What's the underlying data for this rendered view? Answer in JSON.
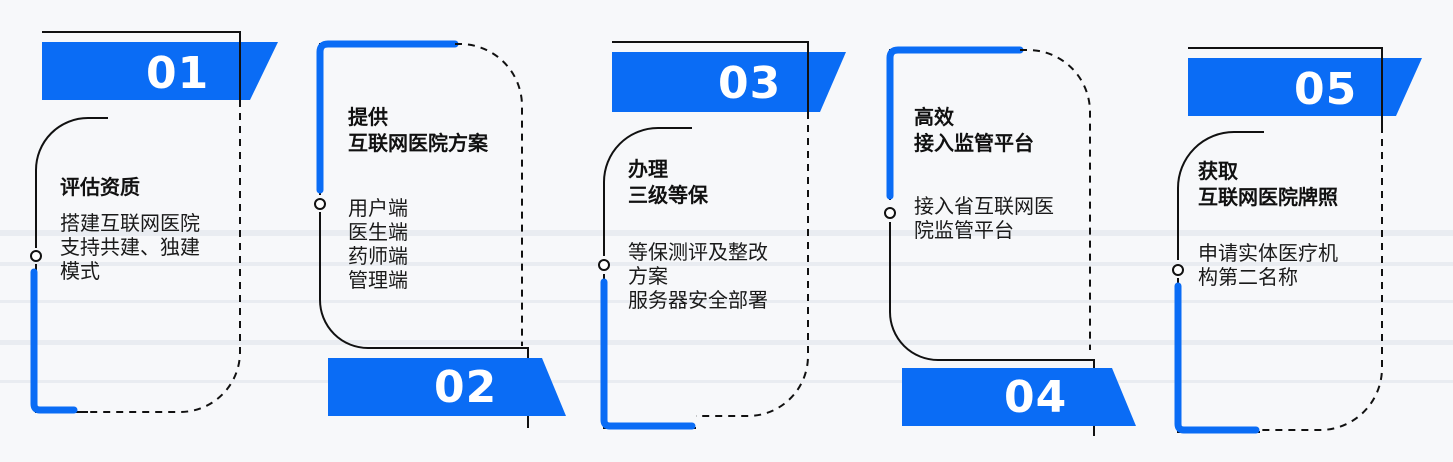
{
  "steps": [
    {
      "number": "01",
      "title": [
        "评估资质"
      ],
      "desc": [
        "搭建互联网医院",
        "支持共建、独建",
        "模式"
      ]
    },
    {
      "number": "02",
      "title": [
        "提供",
        "互联网医院方案"
      ],
      "desc": [
        "用户端",
        "医生端",
        "药师端",
        "管理端"
      ]
    },
    {
      "number": "03",
      "title": [
        "办理",
        "三级等保"
      ],
      "desc": [
        "等保测评及整改",
        "方案",
        "服务器安全部署"
      ]
    },
    {
      "number": "04",
      "title": [
        "高效",
        "接入监管平台"
      ],
      "desc": [
        "接入省互联网医",
        "院监管平台"
      ]
    },
    {
      "number": "05",
      "title": [
        "获取",
        "互联网医院牌照"
      ],
      "desc": [
        "申请实体医疗机",
        "构第二名称"
      ]
    }
  ],
  "colors": {
    "accent": "#0a6cf5",
    "line": "#111111",
    "text": "#111111",
    "background": "#f7f8fa"
  }
}
